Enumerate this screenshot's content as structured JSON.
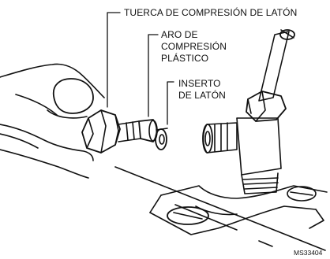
{
  "labels": {
    "nut": "TUERCA DE COMPRESIÓN DE LATÓN",
    "ring_line1": "ARO DE",
    "ring_line2": "COMPRESIÓN",
    "ring_line3": "PLÁSTICO",
    "insert_line1": "INSERTO",
    "insert_line2": "DE LATÓN"
  },
  "figure_code": "MS33404"
}
